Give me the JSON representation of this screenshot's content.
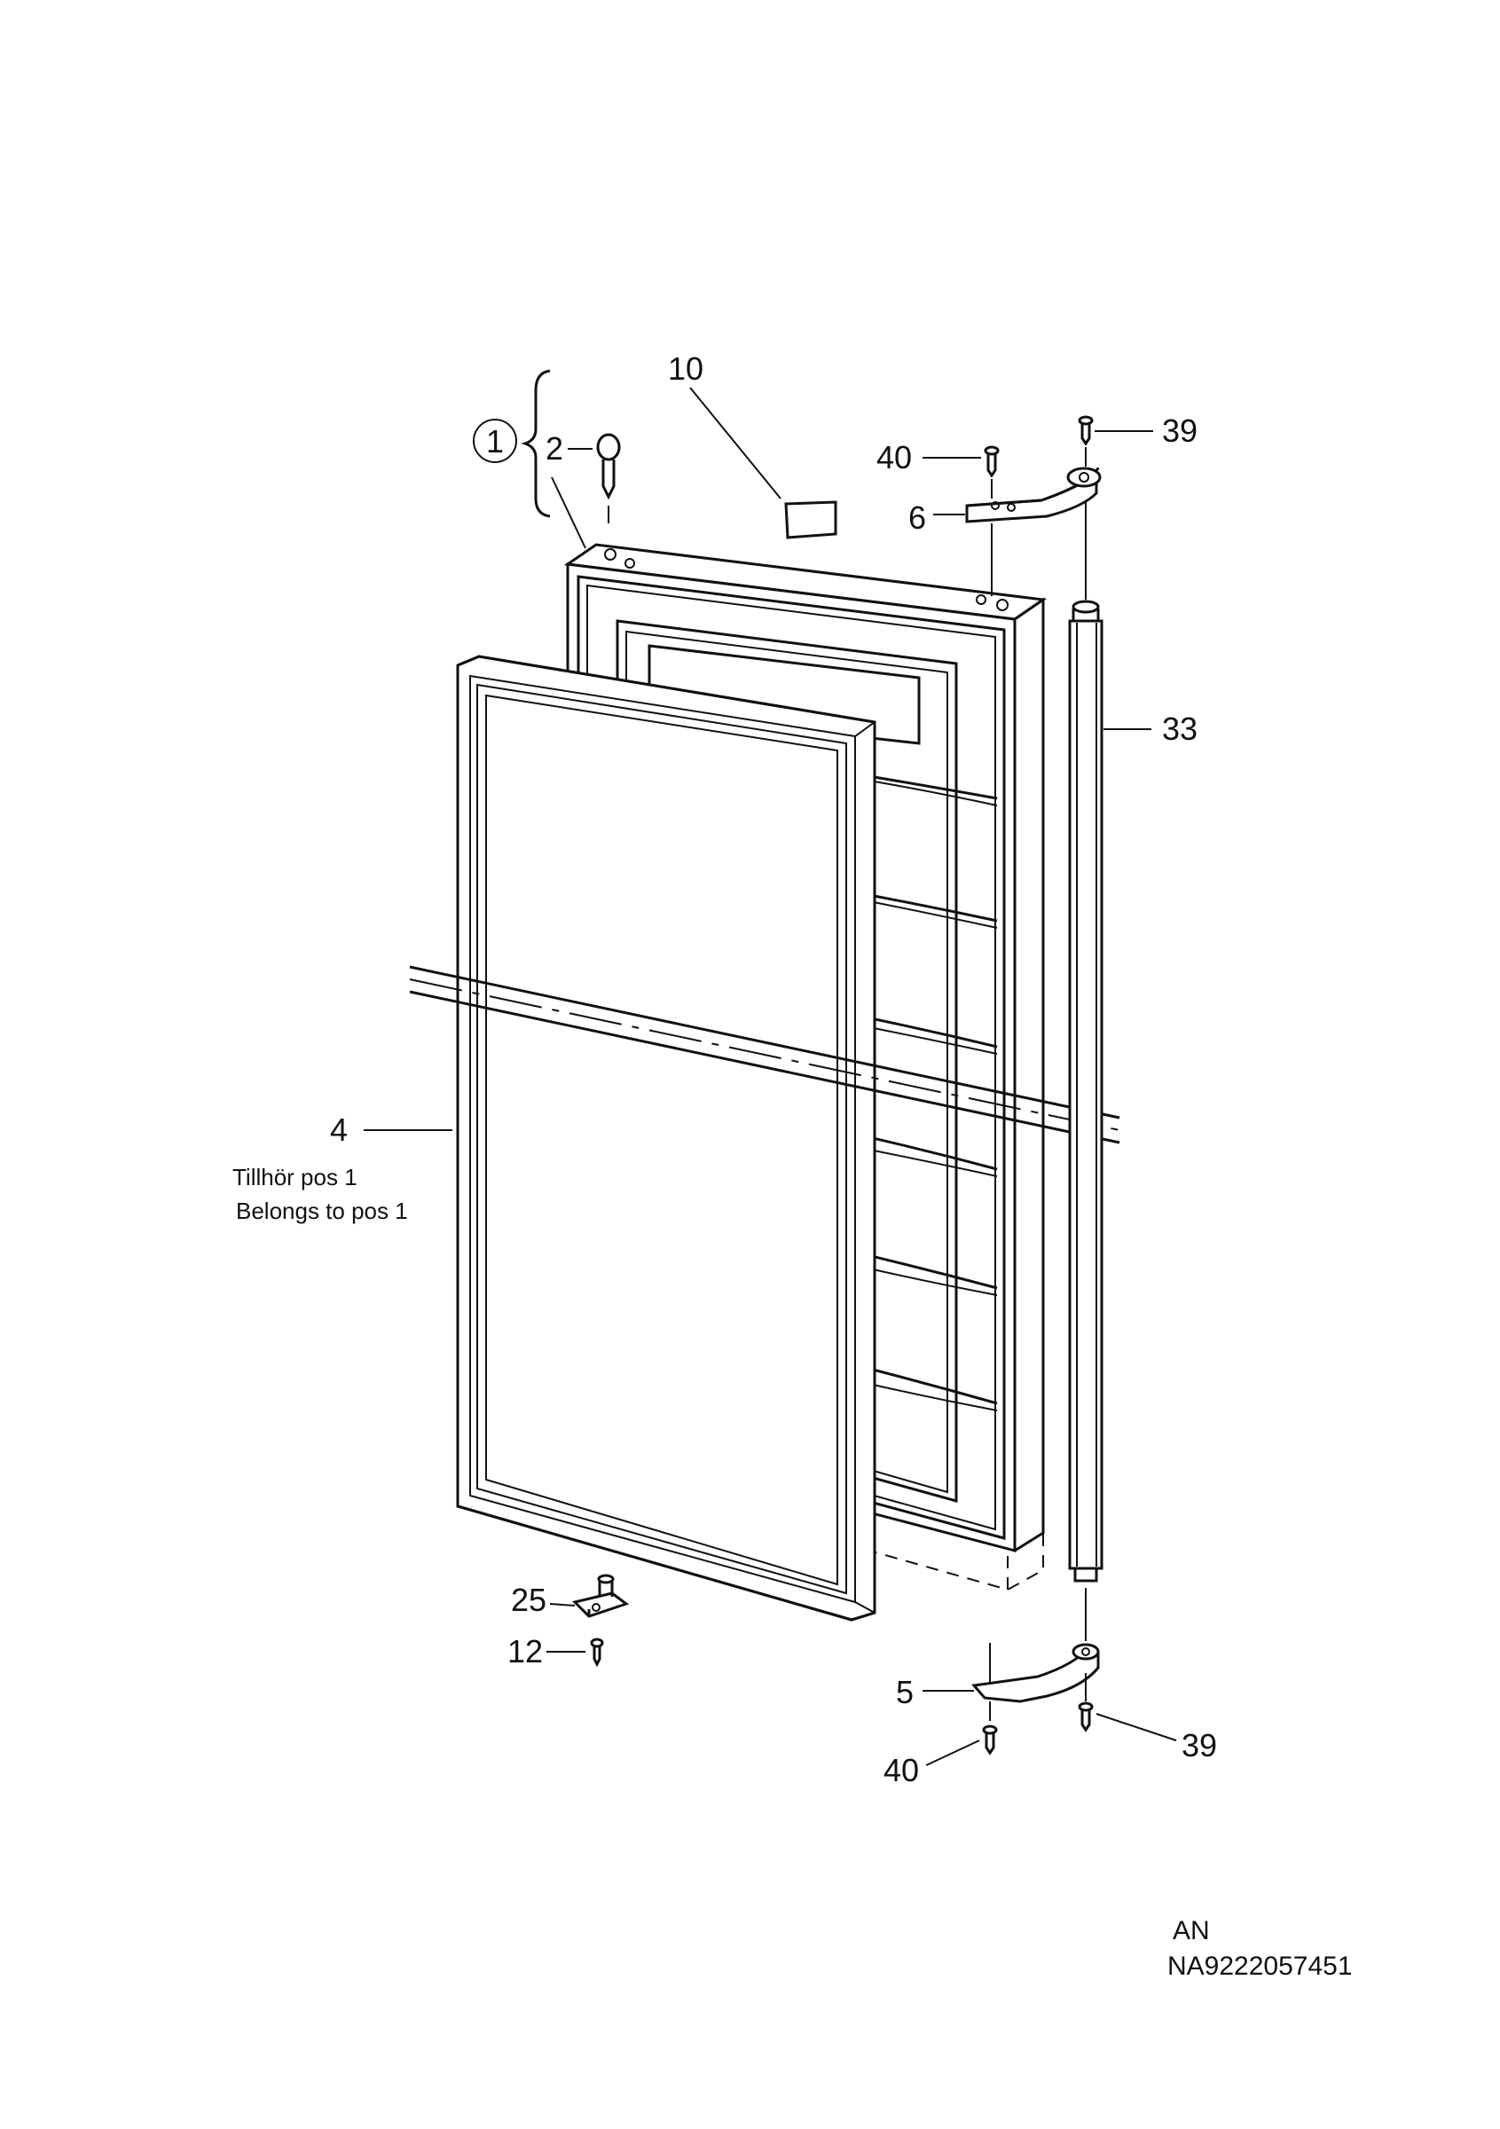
{
  "diagram": {
    "callouts": {
      "c1": "1",
      "c2": "2",
      "c4": "4",
      "c5": "5",
      "c6": "6",
      "c10": "10",
      "c12": "12",
      "c25": "25",
      "c33": "33",
      "c39_top": "39",
      "c39_bottom": "39",
      "c40_top": "40",
      "c40_bottom": "40"
    },
    "note_sv": "Tillhör pos 1",
    "note_en": "Belongs to pos 1",
    "code_line1": "AN",
    "code_line2": "NA9222057451"
  }
}
